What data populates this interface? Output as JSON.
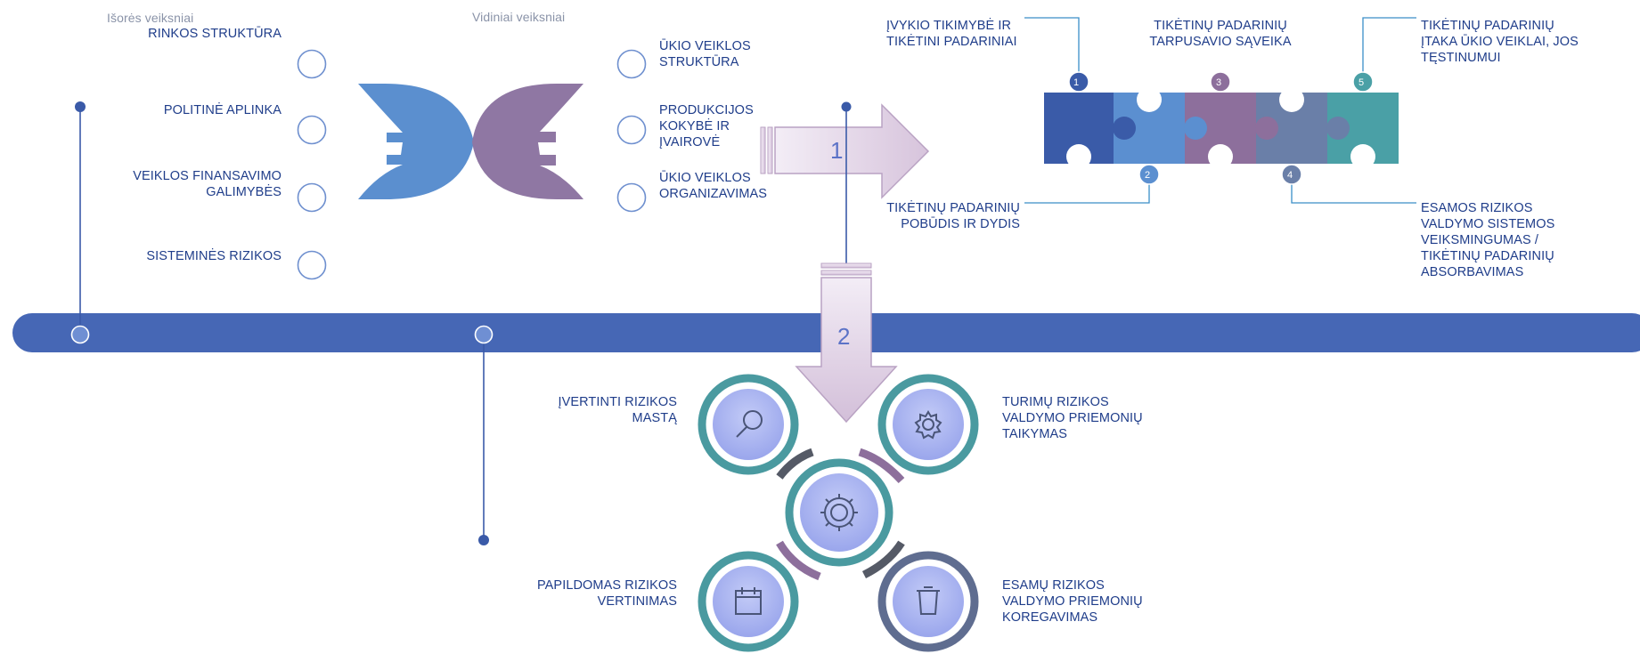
{
  "headers": {
    "external": "Išorės veiksniai",
    "internal": "Vidiniai veiksniai"
  },
  "external_factors": [
    "RINKOS STRUKTŪRA",
    "POLITINĖ APLINKA",
    "VEIKLOS FINANSAVIMO GALIMYBĖS",
    "SISTEMINĖS RIZIKOS"
  ],
  "internal_factors": [
    "ŪKIO VEIKLOS STRUKTŪRA",
    "PRODUKCIJOS KOKYBĖ IR ĮVAIROVĖ",
    "ŪKIO VEIKLOS ORGANIZAVIMAS"
  ],
  "arrows": [
    "1",
    "2"
  ],
  "puzzle": {
    "numbers": [
      "1",
      "2",
      "3",
      "4",
      "5"
    ],
    "labels": [
      "ĮVYKIO TIKIMYBĖ IR TIKĖTINI PADARINIAI",
      "TIKĖTINŲ PADARINIŲ POBŪDIS IR DYDIS",
      "TIKĖTINŲ PADARINIŲ TARPUSAVIO SĄVEIKA",
      "ESAMOS RIZIKOS VALDYMO SISTEMOS VEIKSMINGUMAS / TIKĖTINŲ PADARINIŲ ABSORBAVIMAS",
      "TIKĖTINŲ PADARINIŲ ĮTAKA ŪKIO VEIKLAI, JOS TĘSTINUMUI"
    ]
  },
  "cycle": [
    {
      "label": "ĮVERTINTI RIZIKOS MASTĄ",
      "icon": "magnifier-icon"
    },
    {
      "label": "TURIMŲ RIZIKOS VALDYMO PRIEMONIŲ TAIKYMAS",
      "icon": "gear-icon"
    },
    {
      "label": "ESAMŲ RIZIKOS VALDYMO PRIEMONIŲ KOREGAVIMAS",
      "icon": "trash-icon"
    },
    {
      "label": "PAPILDOMAS RIZIKOS VERTINIMAS",
      "icon": "calendar-icon"
    }
  ],
  "colors": {
    "timeline": "#4667b5",
    "arrow_blue": "#5b8fcf",
    "arrow_purple": "#8f77a3",
    "big_arrow": "#dccbe2",
    "puzzle": [
      "#3a5ba8",
      "#5b8fd0",
      "#8d6f9c",
      "#6a7fa8",
      "#4aa0a6"
    ],
    "ring_teal": "#4a9aa0",
    "ring_slate": "#5f6d90",
    "disc": "#a9b4f0"
  }
}
